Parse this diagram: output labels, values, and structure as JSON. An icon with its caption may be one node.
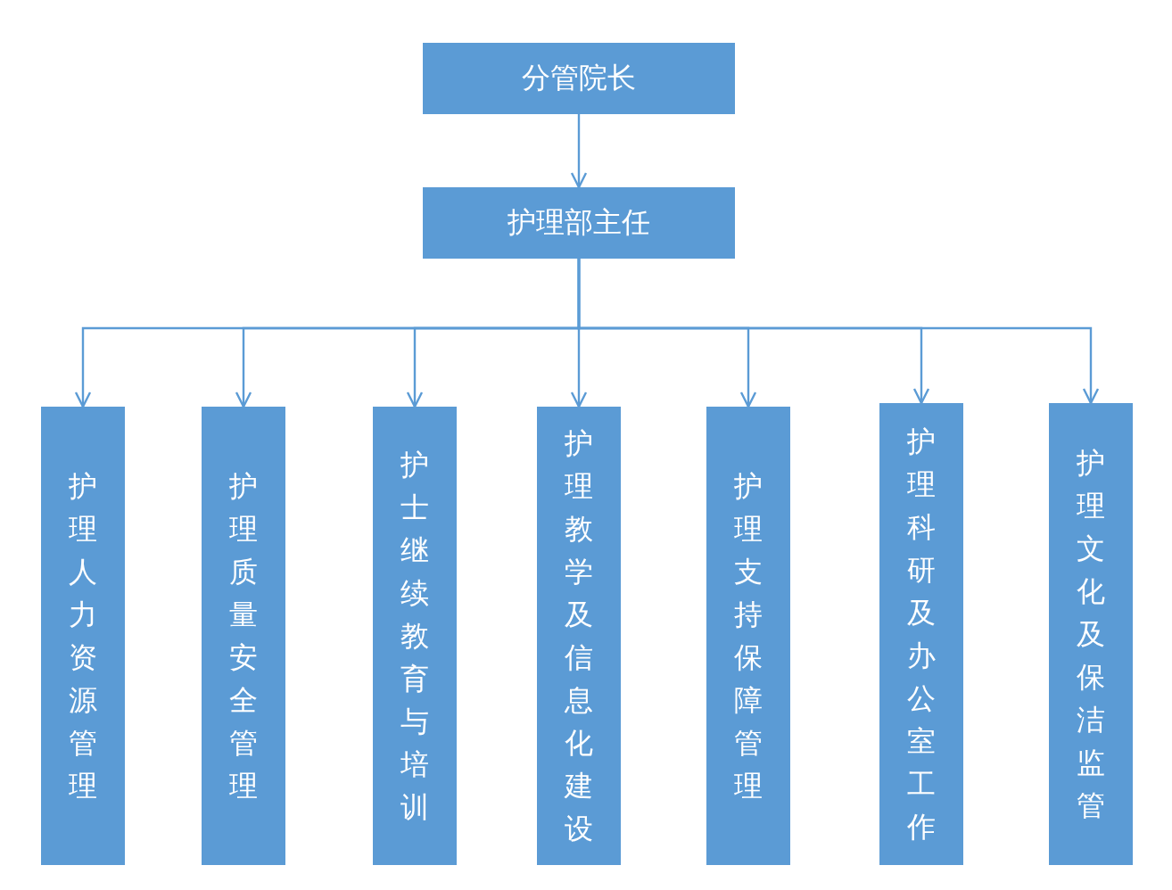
{
  "diagram": {
    "nodes": [
      {
        "text": [
          "分管院长"
        ]
      },
      {
        "text": [
          "护理部主任"
        ]
      },
      {
        "text": [
          "护理人力资源管理"
        ]
      },
      {
        "text": [
          "护理质量安全管理"
        ]
      },
      {
        "text": [
          "护士继续教育与培训"
        ]
      },
      {
        "text": [
          "护理教学及信息化建设"
        ]
      },
      {
        "text": [
          "护理支持保障管理"
        ]
      },
      {
        "text": [
          "护理科研及办公室工作"
        ]
      },
      {
        "text": [
          "护理文化及保洁监管"
        ]
      }
    ],
    "edges": [
      {
        "from": 0,
        "to": 1,
        "arrow": "to"
      },
      {
        "from": 1,
        "to": 2,
        "arrow": "to"
      },
      {
        "from": 1,
        "to": 3,
        "arrow": "to"
      },
      {
        "from": 1,
        "to": 4,
        "arrow": "to"
      },
      {
        "from": 1,
        "to": 5,
        "arrow": "to"
      },
      {
        "from": 1,
        "to": 6,
        "arrow": "to"
      },
      {
        "from": 1,
        "to": 7,
        "arrow": "to"
      },
      {
        "from": 1,
        "to": 8,
        "arrow": "to"
      }
    ]
  }
}
